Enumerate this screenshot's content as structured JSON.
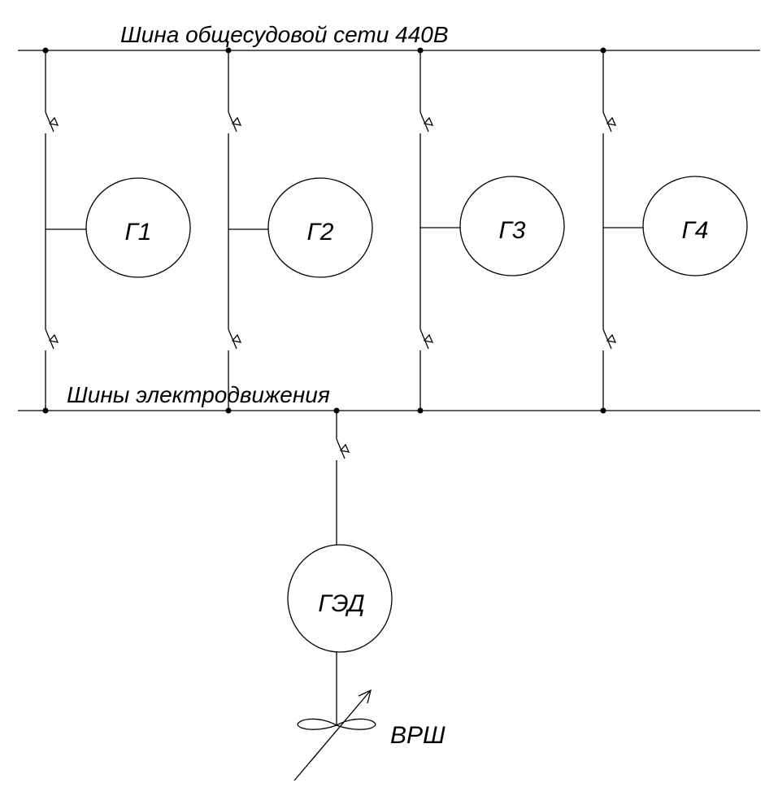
{
  "main_bus": {
    "label": "Шина общесудовой сети 440В"
  },
  "propulsion_bus": {
    "label": "Шины электродвижения"
  },
  "generators": [
    {
      "id": "g1",
      "label": "Г1"
    },
    {
      "id": "g2",
      "label": "Г2"
    },
    {
      "id": "g3",
      "label": "Г3"
    },
    {
      "id": "g4",
      "label": "Г4"
    }
  ],
  "motor": {
    "label": "ГЭД"
  },
  "propeller": {
    "label": "ВРШ"
  },
  "colors": {
    "line": "#000000",
    "background": "#ffffff"
  }
}
